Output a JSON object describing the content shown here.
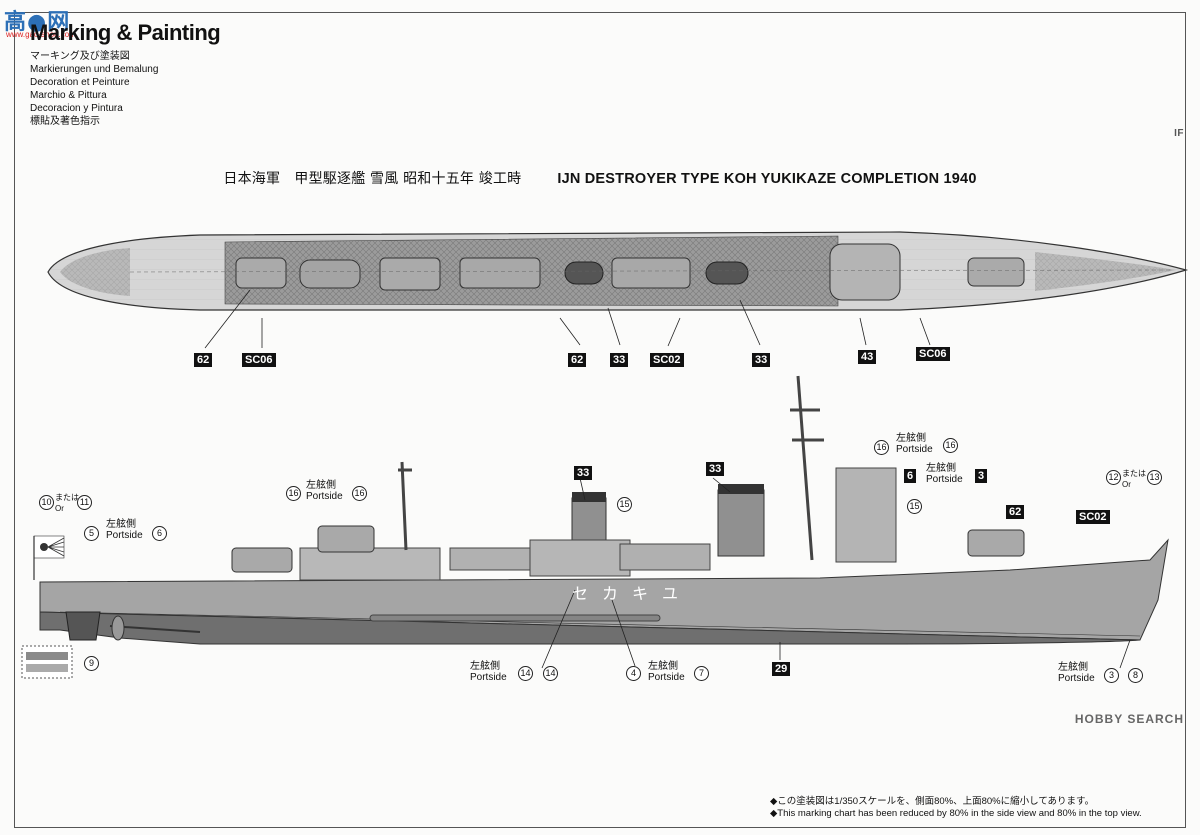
{
  "watermark": {
    "logo": "高●网",
    "url": "www.gao-shou.com"
  },
  "header": {
    "title": "Marking & Painting",
    "subtitles": [
      "マーキング及び塗装図",
      "Markierungen und Bemalung",
      "Decoration et Peinture",
      "Marchio & Pittura",
      "Decoracion y Pintura",
      "標貼及著色指示"
    ]
  },
  "ship_title": {
    "jp": "日本海軍　甲型駆逐艦 雪風 昭和十五年 竣工時",
    "en": "IJN DESTROYER TYPE KOH YUKIKAZE COMPLETION 1940"
  },
  "top_view_labels": {
    "c62a": "62",
    "sc06a": "SC06",
    "c62b": "62",
    "c33a": "33",
    "sc02": "SC02",
    "c33b": "33",
    "c43": "43",
    "sc06b": "SC06"
  },
  "side_labels": {
    "b33a": "33",
    "b33b": "33",
    "b6": "6",
    "b3": "3",
    "b62": "62",
    "bsc02": "SC02",
    "b29": "29",
    "c10": "10",
    "c11": "11",
    "c5": "5",
    "c6": "6",
    "c16a": "16",
    "c16b": "16",
    "c16c": "16",
    "c16d": "16",
    "c15a": "15",
    "c15b": "15",
    "c12": "12",
    "c13": "13",
    "c9": "9",
    "c14a": "14",
    "c14b": "14",
    "c4": "4",
    "c7": "7",
    "c3": "3",
    "c8": "8",
    "portside_jp": "左舷側",
    "portside_en": "Portside",
    "mataha": "または",
    "or": "Or"
  },
  "hull_text": "セカキユ",
  "footer": {
    "jp": "◆この塗装図は1/350スケールを、側面80%、上面80%に縮小してあります。",
    "en": "◆This marking chart has been reduced by 80% in the side view and 80% in the top view."
  },
  "corner_mark": "HOBBY SEARCH",
  "right_edge": "IF",
  "colors": {
    "hull_dark": "#6f6f6f",
    "hull_mid": "#9a9a9a",
    "deck": "#c9c9c9",
    "linoleum": "#8d8d8d"
  }
}
